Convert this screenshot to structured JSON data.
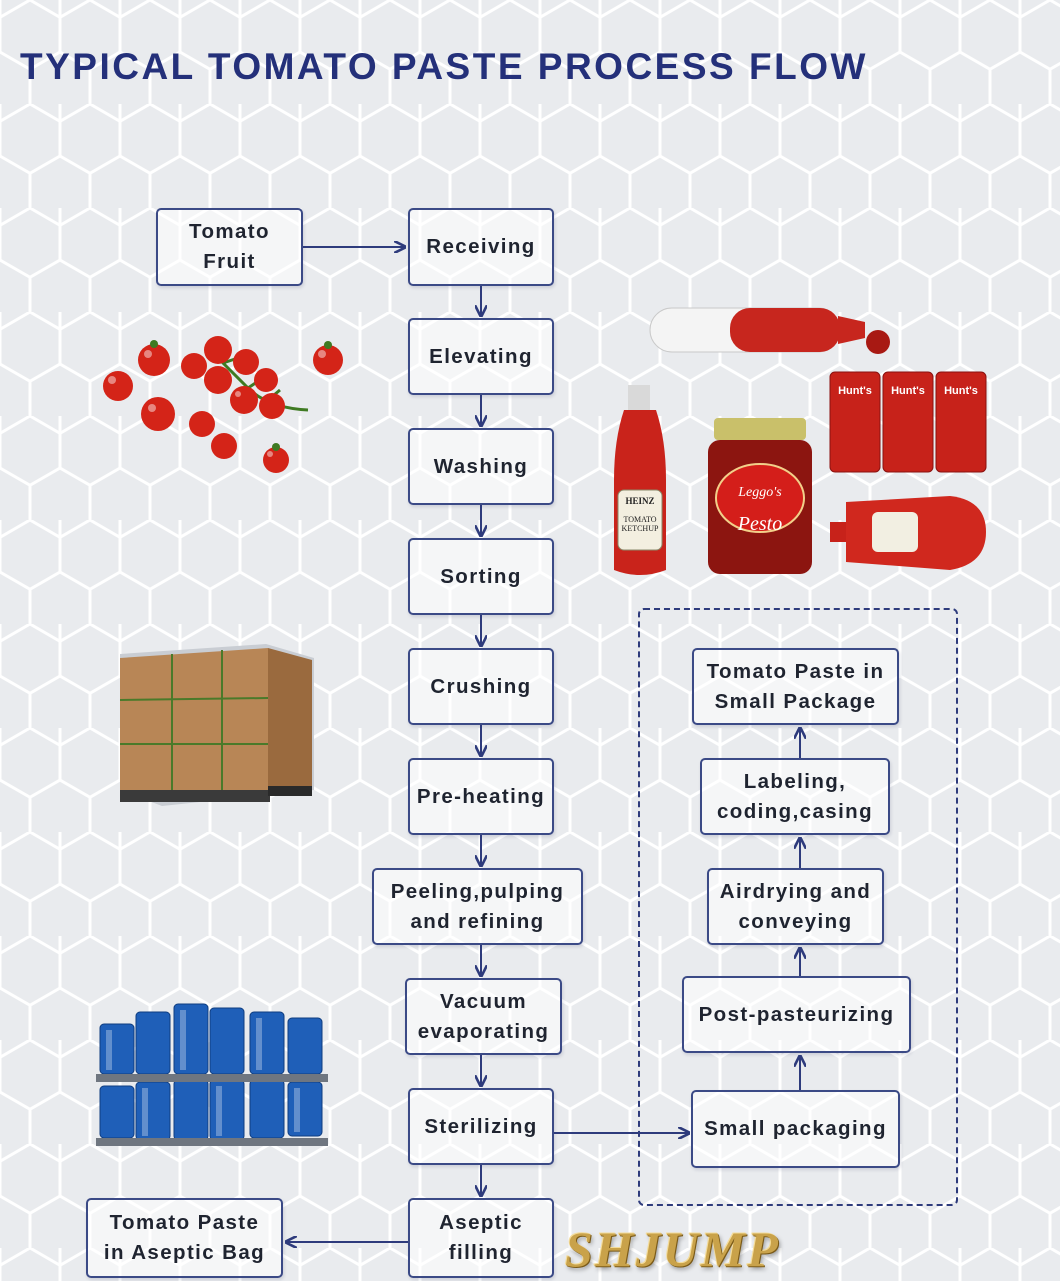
{
  "title": "TYPICAL TOMATO PASTE PROCESS FLOW",
  "main_flow": {
    "source": "Tomato\nFruit",
    "steps": [
      "Receiving",
      "Elevating",
      "Washing",
      "Sorting",
      "Crushing",
      "Pre-heating",
      "Peeling,pulping\nand refining",
      "Vacuum\nevaporating",
      "Sterilizing",
      "Aseptic\nfilling"
    ],
    "output": "Tomato Paste\nin Aseptic Bag"
  },
  "small_package_flow": {
    "steps": [
      "Small packaging",
      "Post-pasteurizing",
      "Airdrying and\nconveying",
      "Labeling,\ncoding,casing",
      "Tomato Paste in\nSmall Package"
    ]
  },
  "product_labels": {
    "heinz_brand": "HEINZ",
    "heinz_product": "TOMATO\nKETCHUP",
    "leggos_brand": "Leggo's",
    "leggos_product": "Pesto",
    "hunts_brand": "Hunt's"
  },
  "watermark": "SHJUMP",
  "colors": {
    "title": "#24307a",
    "box_border": "#3b4a86",
    "arrow": "#2e3b7c",
    "tomato": "#d42418",
    "drum": "#1f5fb8",
    "watermark": "#c9a24a"
  }
}
